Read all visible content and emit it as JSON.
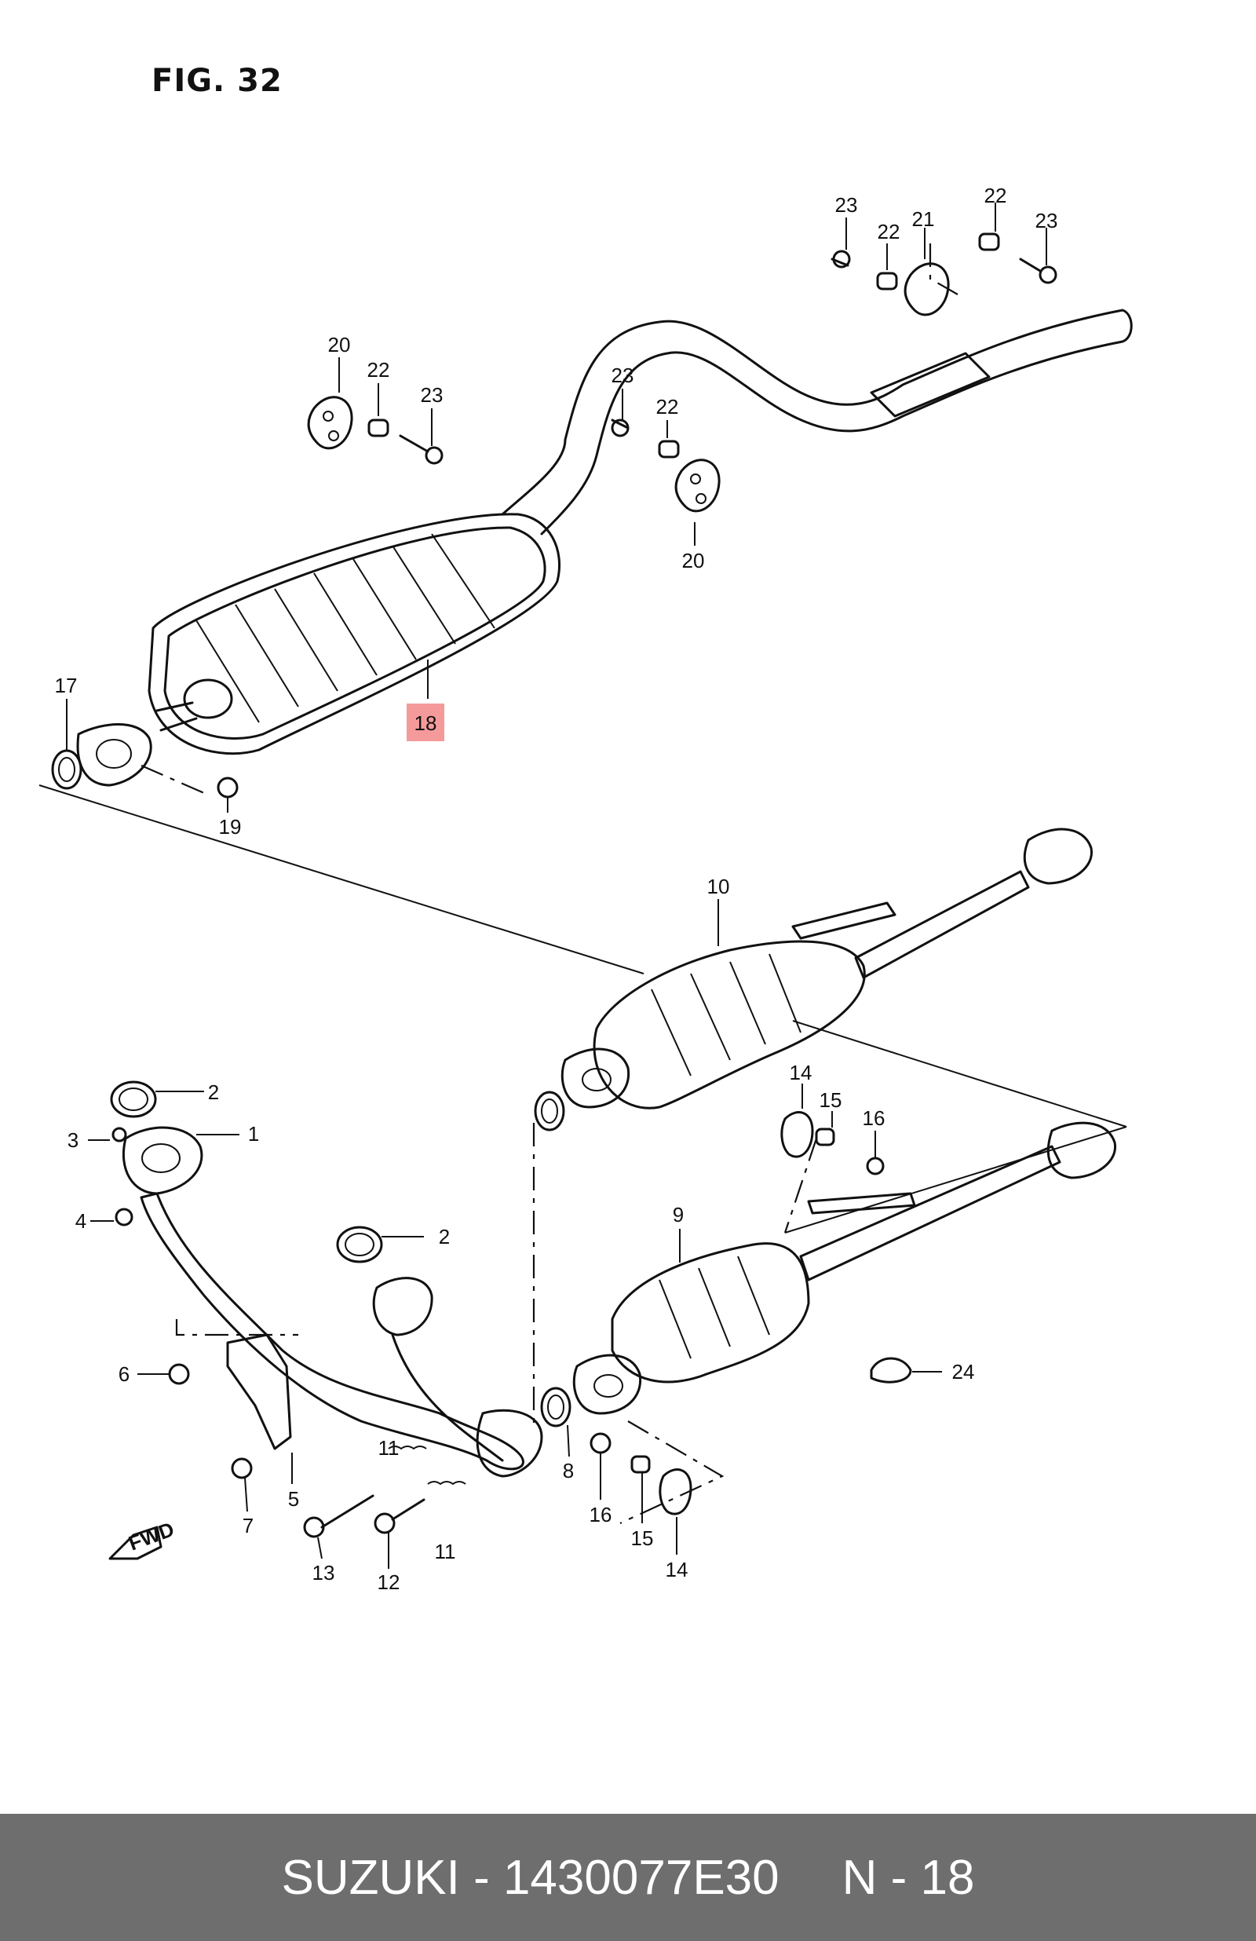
{
  "figure": {
    "title": "FIG. 32"
  },
  "footer": {
    "brand_part": "SUZUKI - 1430077E30",
    "ref": "N - 18"
  },
  "highlight_color": "#f59a9a",
  "callouts": [
    {
      "id": "c18",
      "text": "18",
      "highlight": true
    },
    {
      "id": "c17",
      "text": "17"
    },
    {
      "id": "c19",
      "text": "19"
    },
    {
      "id": "c20a",
      "text": "20"
    },
    {
      "id": "c22a",
      "text": "22"
    },
    {
      "id": "c23a",
      "text": "23"
    },
    {
      "id": "c23b",
      "text": "23"
    },
    {
      "id": "c22b",
      "text": "22"
    },
    {
      "id": "c20b",
      "text": "20"
    },
    {
      "id": "c23c",
      "text": "23"
    },
    {
      "id": "c22c",
      "text": "22"
    },
    {
      "id": "c21",
      "text": "21"
    },
    {
      "id": "c22d",
      "text": "22"
    },
    {
      "id": "c23d",
      "text": "23"
    },
    {
      "id": "c10",
      "text": "10"
    },
    {
      "id": "c2a",
      "text": "2"
    },
    {
      "id": "c1",
      "text": "1"
    },
    {
      "id": "c3",
      "text": "3"
    },
    {
      "id": "c4",
      "text": "4"
    },
    {
      "id": "c2b",
      "text": "2"
    },
    {
      "id": "c6",
      "text": "6"
    },
    {
      "id": "c7",
      "text": "7"
    },
    {
      "id": "c5",
      "text": "5"
    },
    {
      "id": "c11a",
      "text": "11"
    },
    {
      "id": "c11b",
      "text": "11"
    },
    {
      "id": "c13",
      "text": "13"
    },
    {
      "id": "c12",
      "text": "12"
    },
    {
      "id": "c8",
      "text": "8"
    },
    {
      "id": "c9",
      "text": "9"
    },
    {
      "id": "c14a",
      "text": "14"
    },
    {
      "id": "c15a",
      "text": "15"
    },
    {
      "id": "c16a",
      "text": "16"
    },
    {
      "id": "c16b",
      "text": "16"
    },
    {
      "id": "c15b",
      "text": "15"
    },
    {
      "id": "c14b",
      "text": "14"
    },
    {
      "id": "c24",
      "text": "24"
    }
  ],
  "fwd_label": "FWD"
}
